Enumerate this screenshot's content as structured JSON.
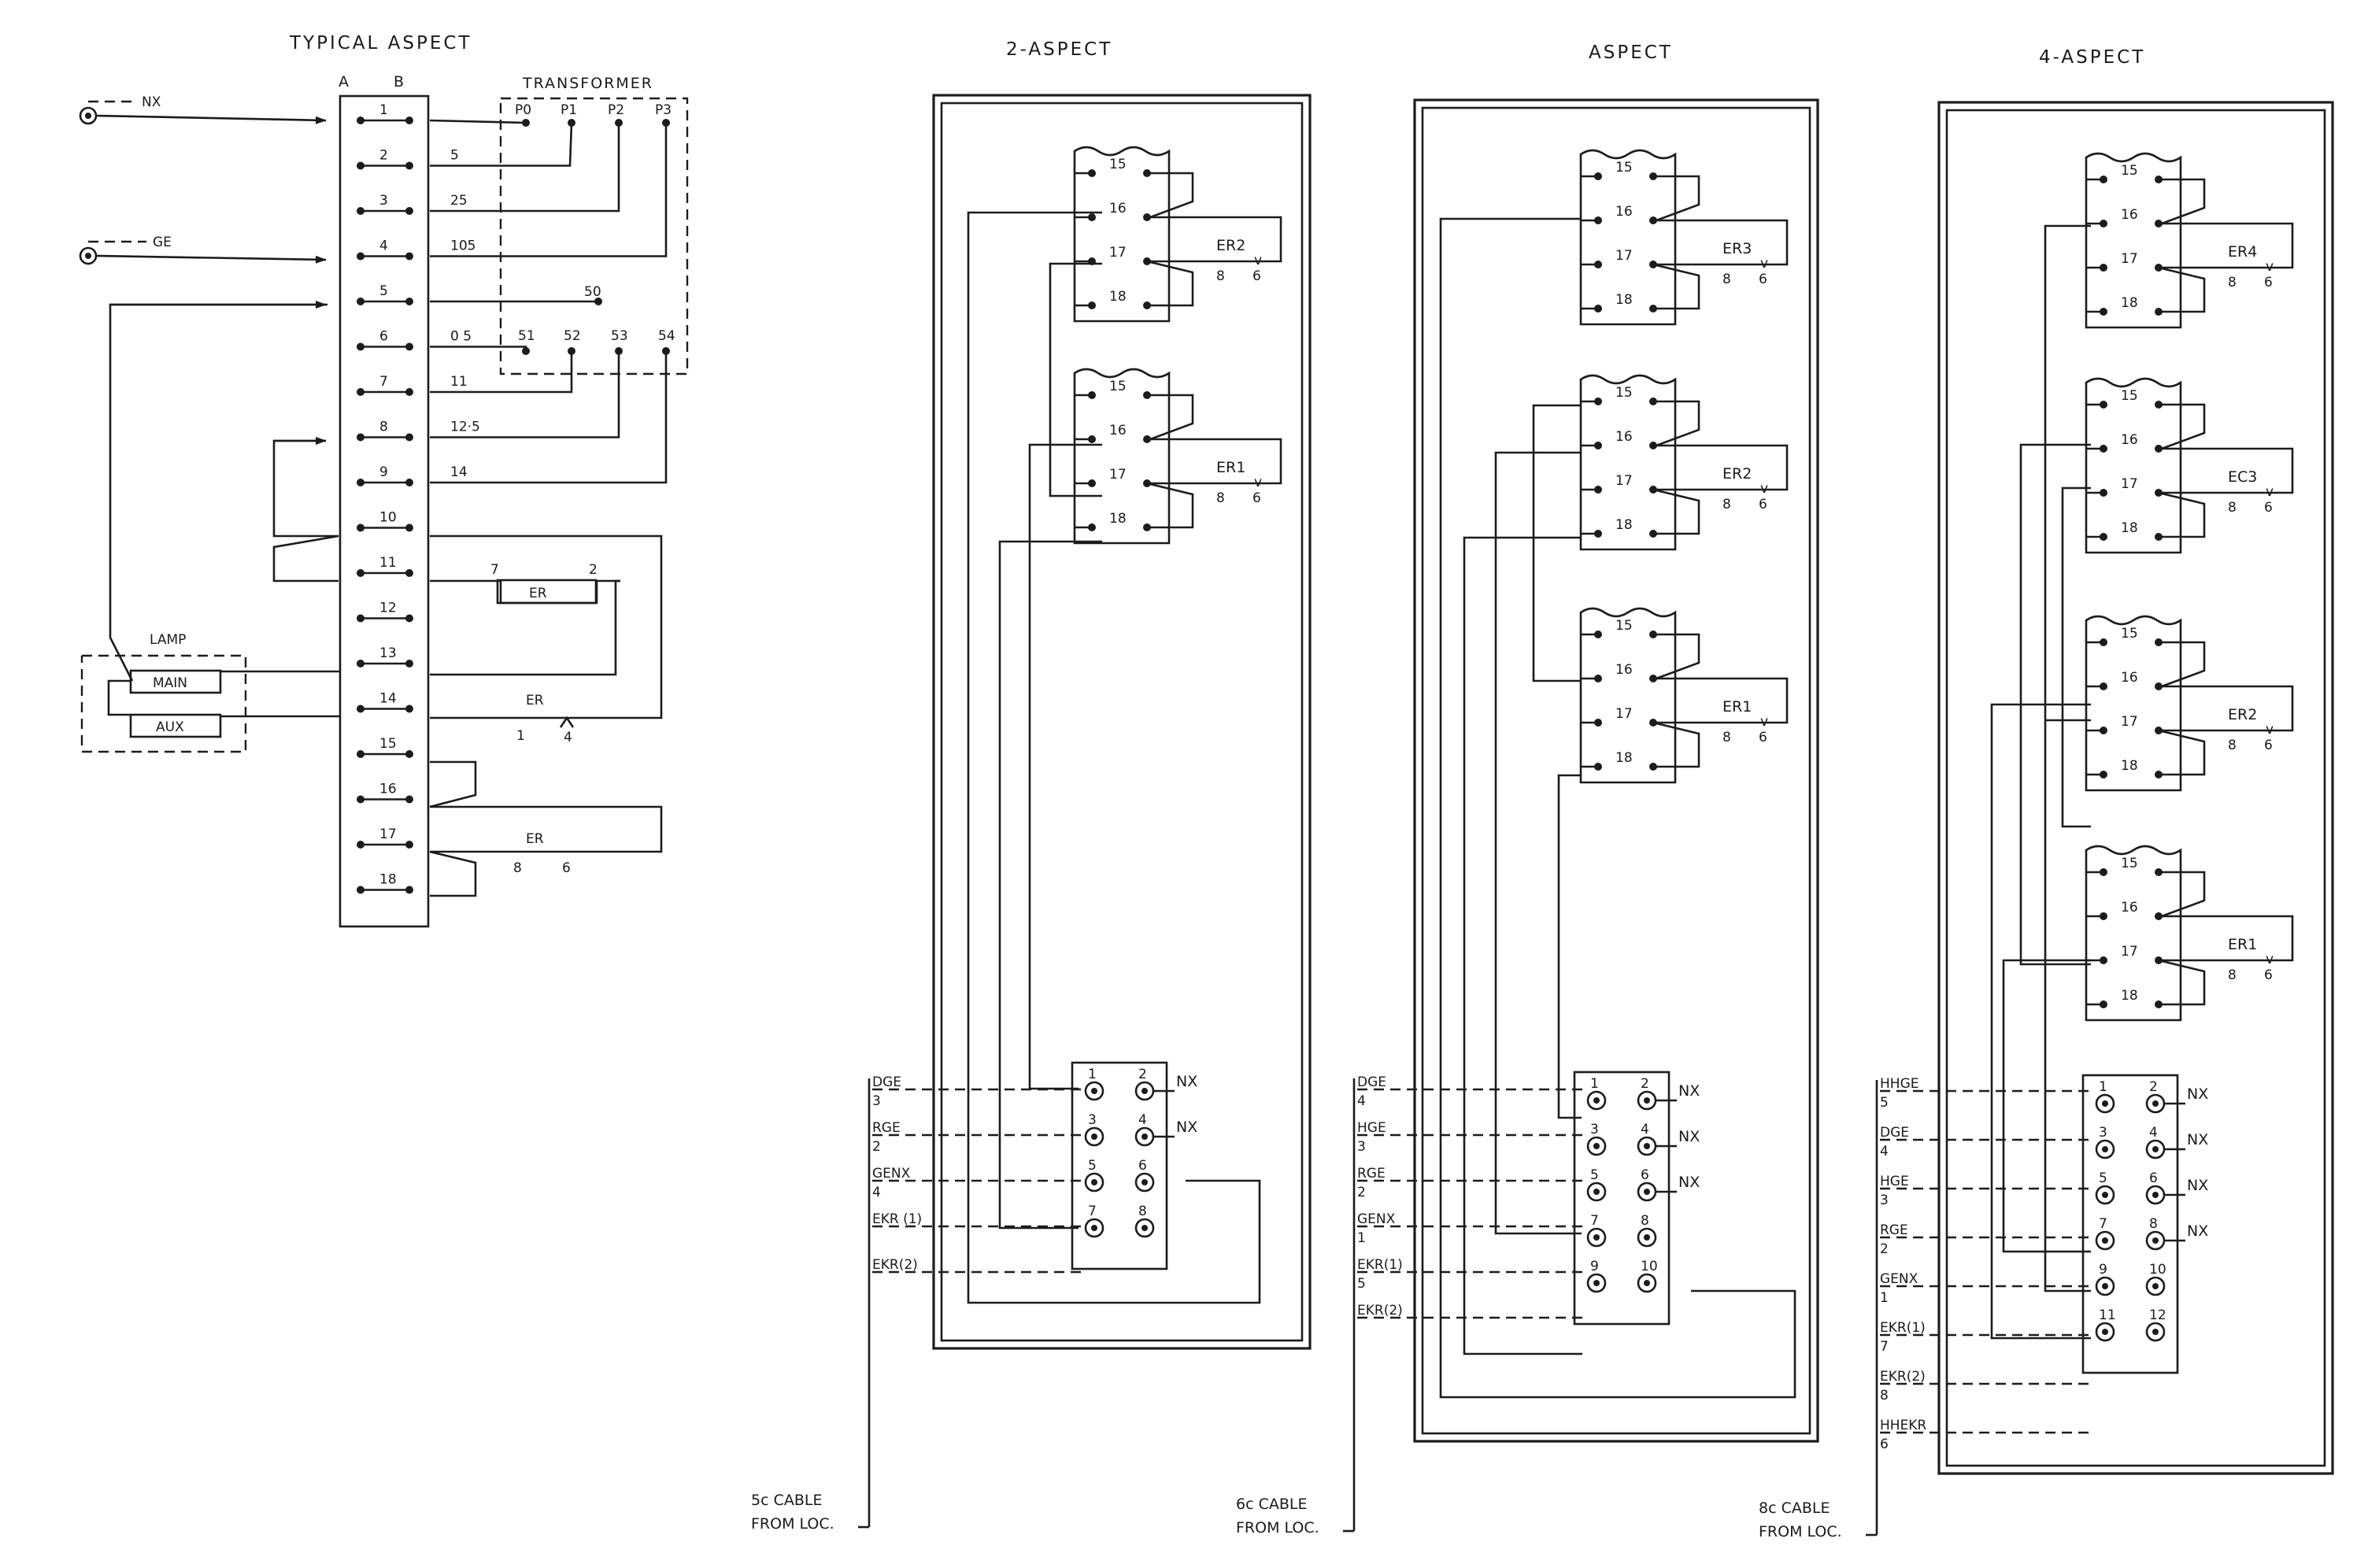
{
  "titles": {
    "typical": "TYPICAL  ASPECT",
    "two": "2-ASPECT",
    "three": "ASPECT",
    "four": "4-ASPECT"
  },
  "typical": {
    "column_a": "A",
    "column_b": "B",
    "transformer": "TRANSFORMER",
    "taps": [
      "P0",
      "P1",
      "P2",
      "P3"
    ],
    "taps2": [
      "51",
      "52",
      "53",
      "54"
    ],
    "tap50": "50",
    "feeds": [
      "NX",
      "GE"
    ],
    "terminals": [
      "1",
      "2",
      "3",
      "4",
      "5",
      "6",
      "7",
      "8",
      "9",
      "10",
      "11",
      "12",
      "13",
      "14",
      "15",
      "16",
      "17",
      "18"
    ],
    "voltages": {
      "t2": "5",
      "t3": "25",
      "t4": "105",
      "t6": "0 5",
      "t7": "11",
      "t8": "12·5",
      "t9": "14"
    },
    "lamp": {
      "label": "LAMP",
      "main": "MAIN",
      "aux": "AUX"
    },
    "relay": {
      "name": "ER",
      "pin_a": "7",
      "pin_b": "2"
    },
    "er14": {
      "name": "ER",
      "pin_a": "1",
      "pin_b": "4"
    },
    "er17": {
      "name": "ER",
      "pin_a": "8",
      "pin_b": "6"
    }
  },
  "blocks": {
    "pins": [
      "15",
      "16",
      "17",
      "18"
    ],
    "two_aspect": [
      "ER2",
      "ER1"
    ],
    "three_aspect": [
      "ER3",
      "ER2",
      "ER1"
    ],
    "four_aspect": [
      "ER4",
      "EC3",
      "ER2",
      "ER1"
    ],
    "pin_8": "8",
    "pin_6": "6",
    "v": "v"
  },
  "junction": {
    "nx": "NX",
    "two": [
      "1",
      "2",
      "3",
      "4",
      "5",
      "6",
      "7",
      "8"
    ],
    "three": [
      "1",
      "2",
      "3",
      "4",
      "5",
      "6",
      "7",
      "8",
      "9",
      "10"
    ],
    "four": [
      "1",
      "2",
      "3",
      "4",
      "5",
      "6",
      "7",
      "8",
      "9",
      "10",
      "11",
      "12"
    ]
  },
  "cables": {
    "two": {
      "labels": [
        "DGE",
        "RGE",
        "GENX",
        "EKR (1)",
        "EKR(2)"
      ],
      "cores": [
        "3",
        "2",
        "4"
      ],
      "caption1": "5c CABLE",
      "caption2": "FROM LOC."
    },
    "three": {
      "labels": [
        "DGE",
        "HGE",
        "RGE",
        "GENX",
        "EKR(1)",
        "EKR(2)"
      ],
      "cores": [
        "4",
        "3",
        "2",
        "1",
        "5"
      ],
      "caption1": "6c CABLE",
      "caption2": "FROM LOC."
    },
    "four": {
      "labels": [
        "HHGE",
        "DGE",
        "HGE",
        "RGE",
        "GENX",
        "EKR(1)",
        "EKR(2)",
        "HHEKR"
      ],
      "cores": [
        "5",
        "4",
        "3",
        "2",
        "1",
        "7",
        "8",
        "6"
      ],
      "caption1": "8c CABLE",
      "caption2": "FROM LOC."
    }
  }
}
